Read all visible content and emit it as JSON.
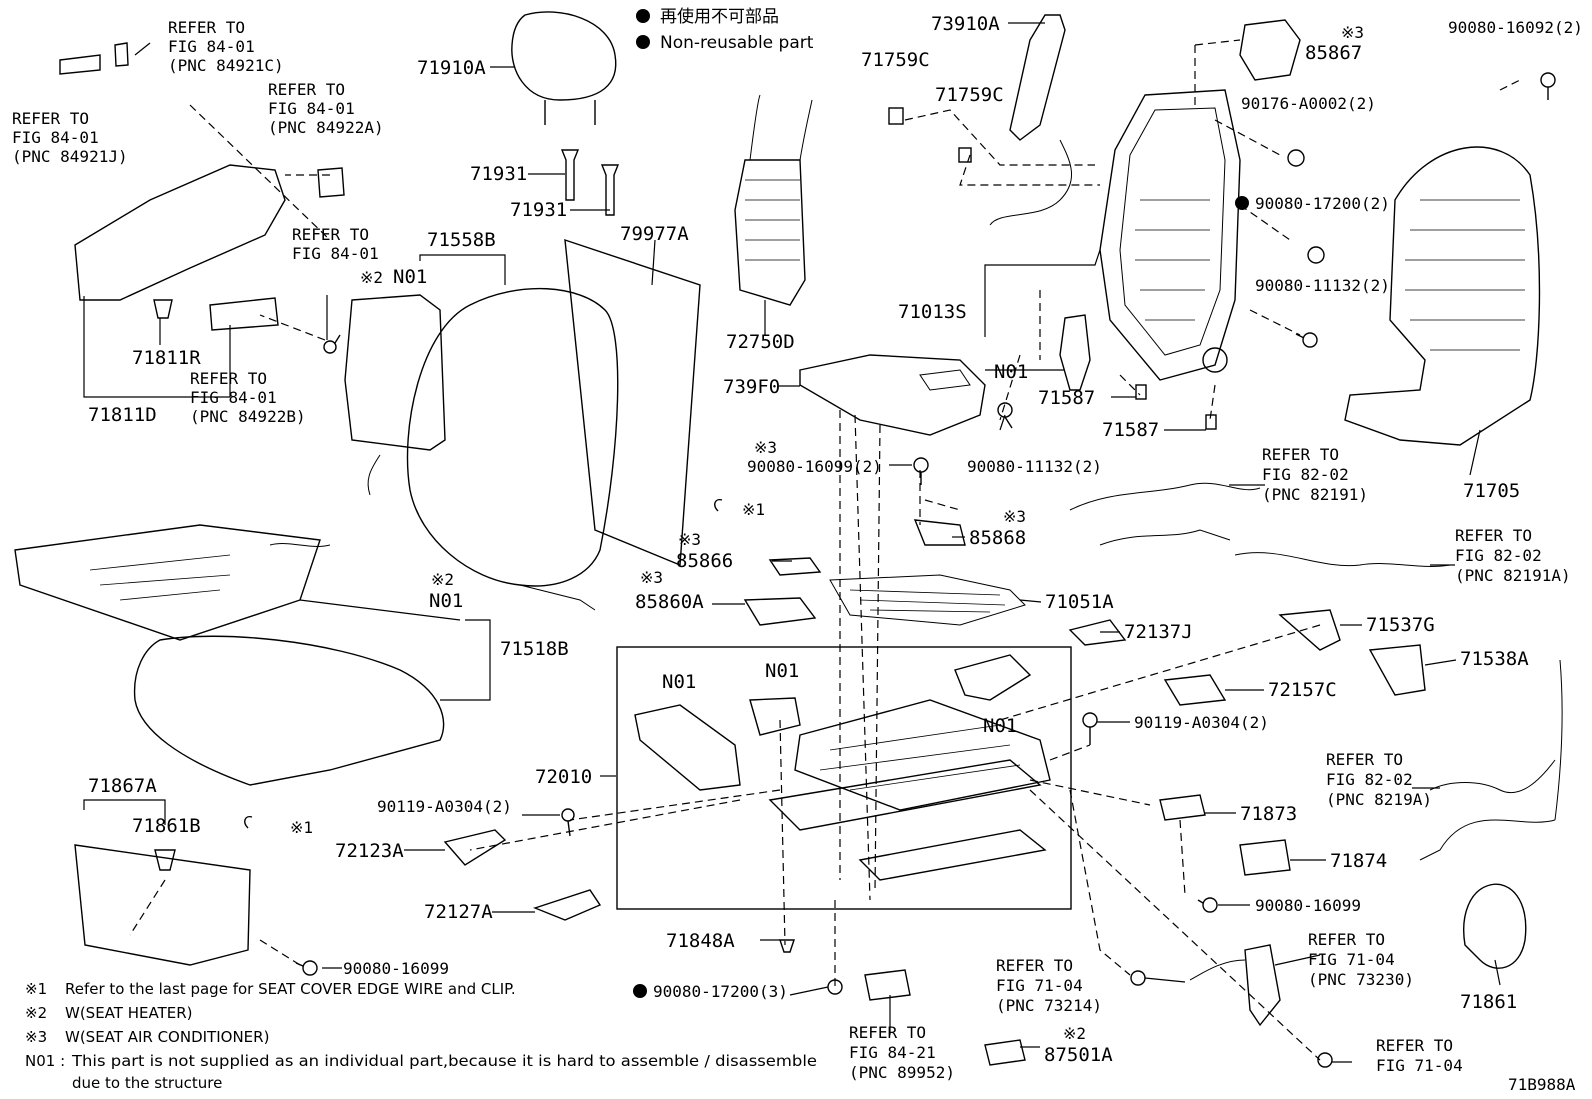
{
  "legend": {
    "non_reusable_ja": "再使用不可部品",
    "non_reusable_en": "Non-reusable part"
  },
  "parts": {
    "p71910A": "71910A",
    "p71931a": "71931",
    "p71931b": "71931",
    "p71558B": "71558B",
    "p79977A": "79977A",
    "p72750D": "72750D",
    "p73910A": "73910A",
    "p71759Ca": "71759C",
    "p71759Cb": "71759C",
    "p85867": "85867",
    "p90080_16092": "90080-16092(2)",
    "p90176": "90176-A0002(2)",
    "p90080_17200_2": "90080-17200(2)",
    "p90080_11132_2a": "90080-11132(2)",
    "p71013S": "71013S",
    "p71587a": "71587",
    "p71587b": "71587",
    "p90080_11132_2b": "90080-11132(2)",
    "p71705": "71705",
    "p739F0": "739F0",
    "p90080_16099_2": "90080-16099(2)",
    "p85868": "85868",
    "p85866": "85866",
    "p85860A": "85860A",
    "p71051A": "71051A",
    "p72137J": "72137J",
    "p71537G": "71537G",
    "p71538A": "71538A",
    "p72157C": "72157C",
    "p90119_A0304_r": "90119-A0304(2)",
    "p71873": "71873",
    "p71874": "71874",
    "p90080_16099_r": "90080-16099",
    "p71861": "71861",
    "p71811R": "71811R",
    "p71811D": "71811D",
    "p71518B": "71518B",
    "p71867A": "71867A",
    "p71861B": "71861B",
    "p72010": "72010",
    "p90119_A0304_l": "90119-A0304(2)",
    "p72123A": "72123A",
    "p72127A": "72127A",
    "p71848A": "71848A",
    "p90080_17200_3": "90080-17200(3)",
    "p90080_16099_l": "90080-16099",
    "p87501A": "87501A",
    "n01_a": "N01",
    "n01_b": "N01",
    "n01_c": "N01",
    "n01_d": "N01",
    "n01_e": "N01",
    "n01_f": "N01"
  },
  "marks": {
    "m1": "※1",
    "m1b": "※1",
    "m2a": "※2",
    "m2b": "※2",
    "m2c": "※2",
    "m3a": "※3",
    "m3b": "※3",
    "m3c": "※3",
    "m3d": "※3",
    "m3e": "※3"
  },
  "refs": {
    "r84921C": [
      "REFER TO",
      "FIG 84-01",
      "(PNC 84921C)"
    ],
    "r84921J": [
      "REFER TO",
      "FIG 84-01",
      "(PNC 84921J)"
    ],
    "r84922A": [
      "REFER TO",
      "FIG 84-01",
      "(PNC 84922A)"
    ],
    "r8401": [
      "REFER TO",
      "FIG 84-01"
    ],
    "r84922B": [
      "REFER TO",
      "FIG 84-01",
      "(PNC 84922B)"
    ],
    "r82191": [
      "REFER TO",
      "FIG 82-02",
      "(PNC 82191)"
    ],
    "r82191A": [
      "REFER TO",
      "FIG 82-02",
      "(PNC 82191A)"
    ],
    "r8219A": [
      "REFER TO",
      "FIG 82-02",
      "(PNC 8219A)"
    ],
    "r73230": [
      "REFER TO",
      "FIG 71-04",
      "(PNC 73230)"
    ],
    "r73214": [
      "REFER TO",
      "FIG 71-04",
      "(PNC 73214)"
    ],
    "r89952": [
      "REFER TO",
      "FIG 84-21",
      "(PNC 89952)"
    ],
    "r7104": [
      "REFER TO",
      "FIG 71-04"
    ]
  },
  "notes": {
    "n1_mark": "※1",
    "n1": "Refer to the last page for SEAT COVER EDGE WIRE and CLIP.",
    "n2_mark": "※2",
    "n2": "W(SEAT HEATER)",
    "n3_mark": "※3",
    "n3": "W(SEAT AIR CONDITIONER)",
    "n4_mark": "N01 :",
    "n4_line1": "This part is not supplied as an individual part,because it is hard to assemble / disassemble",
    "n4_line2": "due to the structure"
  },
  "figure_code": "71B988A"
}
